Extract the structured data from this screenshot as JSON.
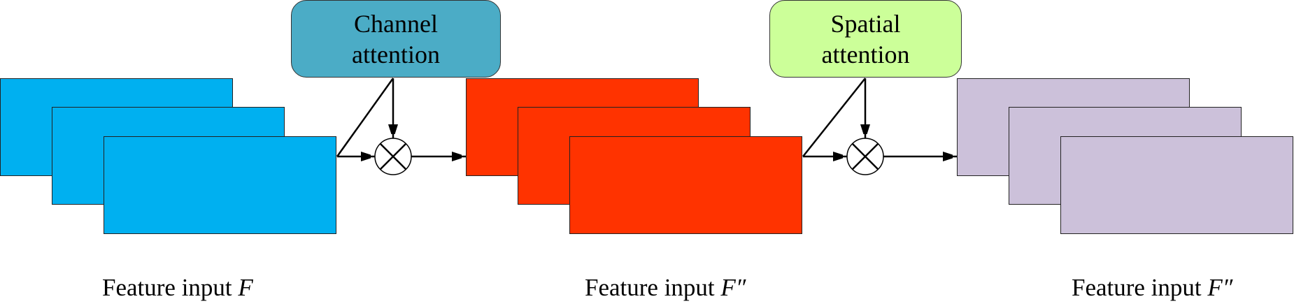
{
  "diagram": {
    "colors": {
      "feature_F": "#00b0f0",
      "feature_F2": "#ff3300",
      "feature_out": "#ccc1da",
      "channel_attention": "#4bacc6",
      "spatial_attention": "#ccff99"
    },
    "channel_attention": {
      "line1": "Channel",
      "line2": "attention"
    },
    "spatial_attention": {
      "line1": "Spatial",
      "line2": "attention"
    },
    "labels": [
      {
        "prefix": "Feature input ",
        "symbol": "F"
      },
      {
        "prefix": "Feature input ",
        "symbol": "F″"
      },
      {
        "prefix": "Feature input ",
        "symbol": "F″"
      }
    ],
    "operators": [
      {
        "name": "multiply",
        "glyph": "⊗"
      },
      {
        "name": "multiply",
        "glyph": "⊗"
      }
    ]
  }
}
